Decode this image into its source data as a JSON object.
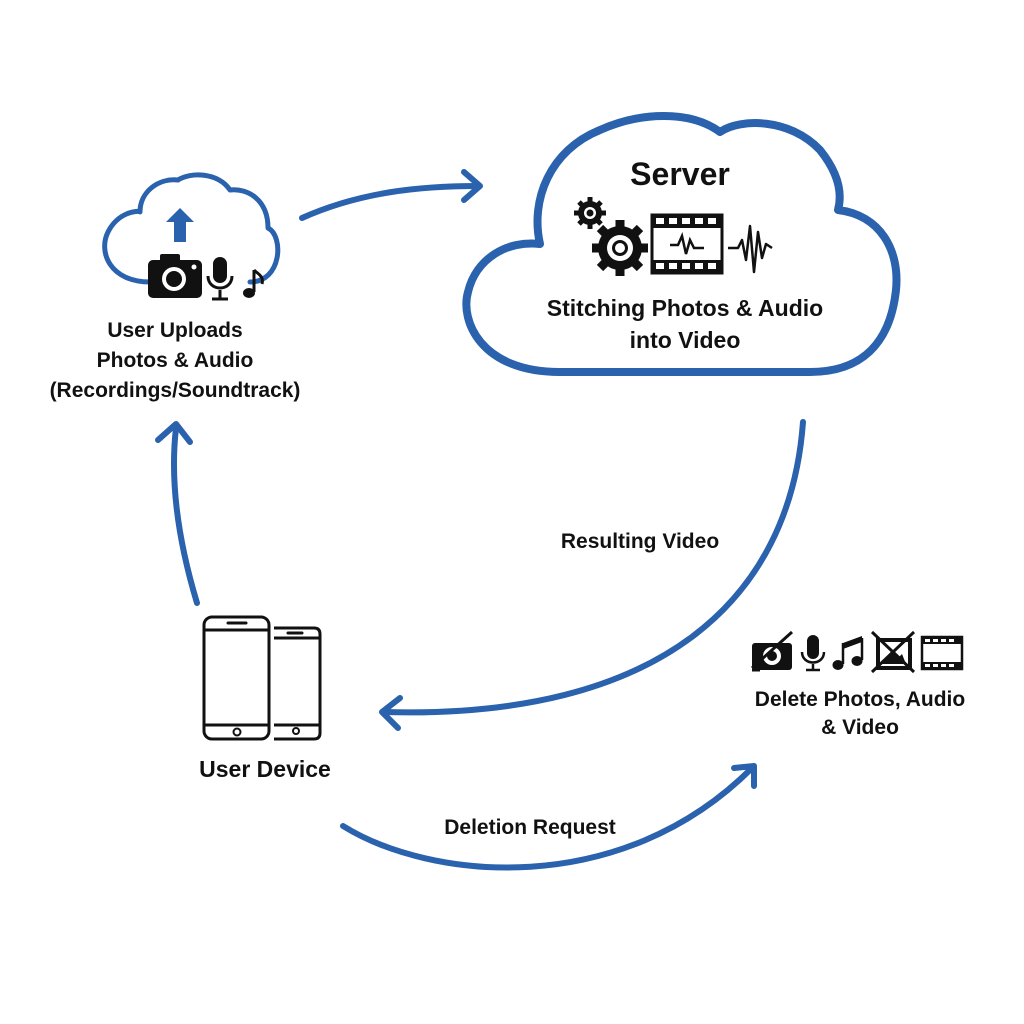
{
  "diagram": {
    "accent_color": "#2a62ad",
    "nodes": {
      "upload": {
        "lines": [
          "User Uploads",
          "Photos & Audio",
          "(Recordings/Soundtrack)"
        ],
        "icons": [
          "cloud-icon",
          "upload-arrow-icon",
          "camera-icon",
          "microphone-icon",
          "music-note-icon"
        ]
      },
      "server": {
        "title": "Server",
        "lines": [
          "Stitching Photos & Audio",
          "into Video"
        ],
        "icons": [
          "cloud-icon",
          "gear-small-icon",
          "gear-large-icon",
          "film-strip-icon",
          "waveform-icon"
        ]
      },
      "device": {
        "label": "User Device",
        "icons": [
          "phone-large-icon",
          "phone-small-icon"
        ]
      },
      "delete": {
        "lines": [
          "Delete Photos, Audio",
          "& Video"
        ],
        "icons": [
          "camera-crossed-icon",
          "microphone-icon",
          "music-note-icon",
          "image-crossed-icon",
          "film-strip-icon"
        ]
      }
    },
    "edges": {
      "result": {
        "label": "Resulting Video",
        "from": "server",
        "to": "device"
      },
      "deletion": {
        "label": "Deletion Request",
        "from": "device",
        "to": "delete"
      },
      "upload_to_server": {
        "label": "",
        "from": "upload",
        "to": "server"
      },
      "device_to_upload": {
        "label": "",
        "from": "device",
        "to": "upload"
      }
    }
  }
}
